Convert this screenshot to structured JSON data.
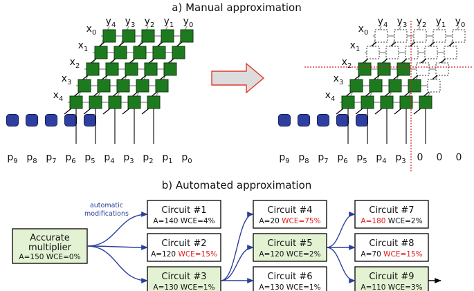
{
  "titles": {
    "manual": "a) Manual approximation",
    "automated": "b) Automated approximation"
  },
  "colors": {
    "cell_green": "#1e7a1e",
    "half_adder_blue": "#2f3fa0",
    "arrow_red": "#e03a2a",
    "arrow_fill": "#dcdcdc",
    "highlight_box": "#e4f2d4",
    "connector_blue": "#2b3f9b",
    "warn_red": "#e01b1b",
    "cut_line_red": "#d61e1e"
  },
  "left_array": {
    "y_labels": [
      "y4",
      "y3",
      "y2",
      "y1",
      "y0"
    ],
    "x_labels": [
      "x0",
      "x1",
      "x2",
      "x3",
      "x4"
    ],
    "p_labels": [
      "p9",
      "p8",
      "p7",
      "p6",
      "p5",
      "p4",
      "p3",
      "p2",
      "p1",
      "p0"
    ]
  },
  "right_array": {
    "y_labels": [
      "y4",
      "y3",
      "y2",
      "y1",
      "y0"
    ],
    "x_labels": [
      "x0",
      "x1",
      "x2",
      "x3",
      "x4"
    ],
    "p_labels": [
      "p9",
      "p8",
      "p7",
      "p6",
      "p5",
      "p4",
      "p3",
      "0",
      "0",
      "0"
    ]
  },
  "automated": {
    "note": "automatic modifications",
    "accurate": {
      "title": "Accurate multiplier",
      "area": "A=150",
      "wce": "WCE=0%"
    },
    "circuits": [
      {
        "title": "Circuit #1",
        "area": "A=140",
        "wce": "WCE=4%",
        "area_red": false,
        "wce_red": false,
        "highlight": false
      },
      {
        "title": "Circuit #2",
        "area": "A=120",
        "wce": "WCE=15%",
        "area_red": false,
        "wce_red": true,
        "highlight": false
      },
      {
        "title": "Circuit #3",
        "area": "A=130",
        "wce": "WCE=1%",
        "area_red": false,
        "wce_red": false,
        "highlight": true
      },
      {
        "title": "Circuit #4",
        "area": "A=20",
        "wce": "WCE=75%",
        "area_red": false,
        "wce_red": true,
        "highlight": false
      },
      {
        "title": "Circuit #5",
        "area": "A=120",
        "wce": "WCE=2%",
        "area_red": false,
        "wce_red": false,
        "highlight": true
      },
      {
        "title": "Circuit #6",
        "area": "A=130",
        "wce": "WCE=1%",
        "area_red": false,
        "wce_red": false,
        "highlight": false
      },
      {
        "title": "Circuit #7",
        "area": "A=180",
        "wce": "WCE=2%",
        "area_red": true,
        "wce_red": false,
        "highlight": false
      },
      {
        "title": "Circuit #8",
        "area": "A=70",
        "wce": "WCE=15%",
        "area_red": false,
        "wce_red": true,
        "highlight": false
      },
      {
        "title": "Circuit #9",
        "area": "A=110",
        "wce": "WCE=3%",
        "area_red": false,
        "wce_red": false,
        "highlight": true
      }
    ]
  }
}
